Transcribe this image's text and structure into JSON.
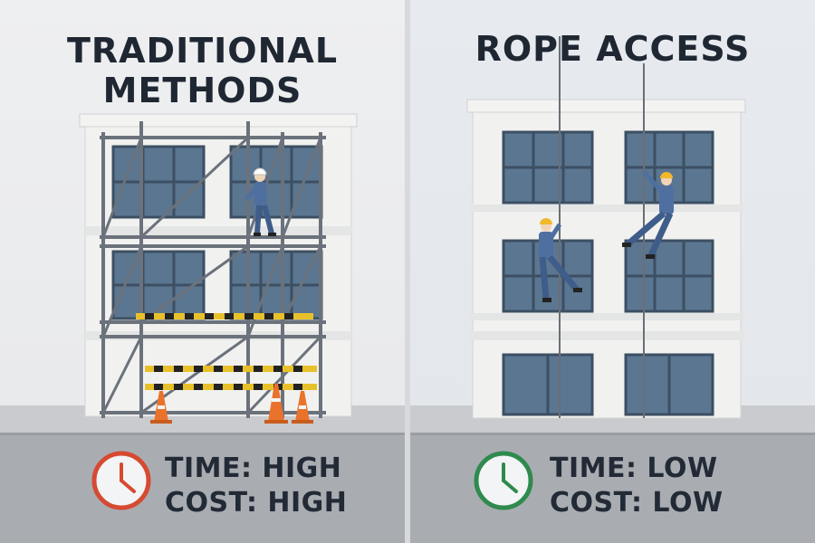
{
  "left": {
    "title_line1": "TRADITIONAL",
    "title_line2": "METHODS",
    "time": "TIME: HIGH",
    "cost": "COST: HIGH",
    "clock_color": "#d64a32"
  },
  "right": {
    "title": "ROPE ACCESS",
    "time": "TIME: LOW",
    "cost": "COST: LOW",
    "clock_color": "#2f8a4e"
  },
  "colors": {
    "window_glass": "#5b7690",
    "window_frame": "#3c4f63",
    "scaffold": "#6b727c",
    "worker_suit": "#4f6fa0",
    "helmet": "#f0b92b",
    "hazard_yellow": "#e8c12a",
    "cone": "#e9732b",
    "ground": "#a9adb2"
  },
  "icons": {
    "left_clock": "clock-icon",
    "right_clock": "clock-icon"
  }
}
